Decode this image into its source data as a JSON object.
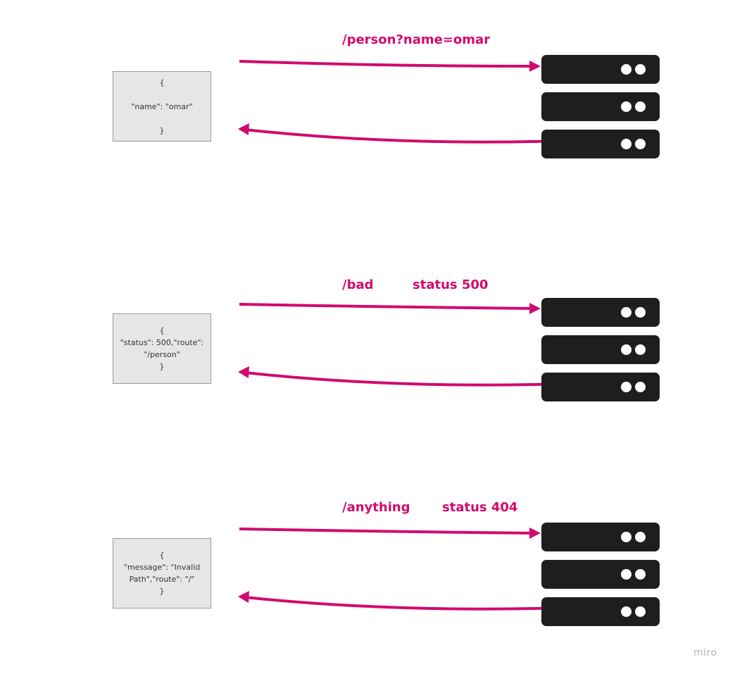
{
  "diagram": {
    "accent_color": "#d10a6e",
    "server_color": "#1e1e1e",
    "box_fill": "#e6e6e6",
    "scenes": [
      {
        "request": "/person?name=omar",
        "status": "",
        "response_lines": [
          "{",
          "\"name\": \"omar\"",
          "}"
        ]
      },
      {
        "request": "/bad",
        "status": "status 500",
        "response_lines": [
          "{",
          "\"status\": 500,\"route\":",
          "\"/person\"",
          "}"
        ]
      },
      {
        "request": "/anything",
        "status": "status 404",
        "response_lines": [
          "{",
          "\"message\": \"Invalid",
          "Path\",\"route\": \"/\"",
          "}"
        ]
      }
    ]
  },
  "watermark": "miro"
}
